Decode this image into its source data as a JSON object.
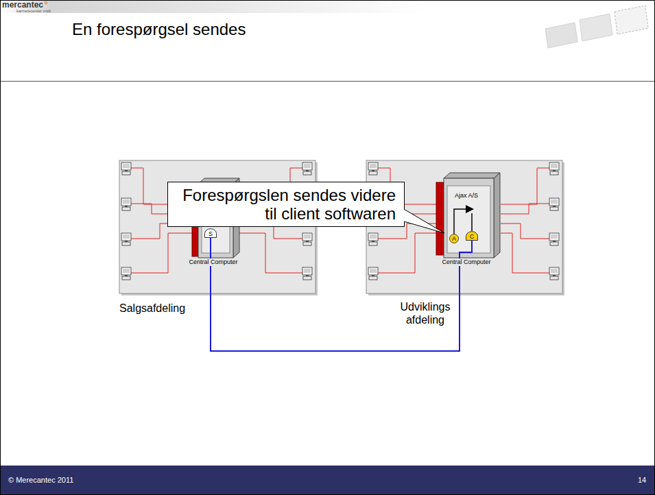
{
  "diagram": {
    "title": "En forespørgsel sendes",
    "nodes": [
      {
        "text": [
          "Salgsafdeling"
        ]
      },
      {
        "text": [
          "Central Computer"
        ],
        "in": 0
      },
      {
        "text": [
          "S"
        ],
        "in": 1
      },
      {
        "text": [
          "Udviklings afdeling"
        ]
      },
      {
        "text": [
          "Ajax A/S",
          "Central Computer"
        ],
        "in": 3
      },
      {
        "text": [
          "A"
        ],
        "in": 4
      },
      {
        "text": [
          "C"
        ],
        "in": 4
      },
      {
        "text": [
          "Forespørgslen sendes videre til client softwaren"
        ]
      }
    ],
    "edges": [
      {
        "from": 2,
        "to": 6,
        "arrow": "none"
      }
    ],
    "labels": [
      "mercantec",
      "karrierecenter midt",
      "© Merecantec 2011",
      "14"
    ]
  }
}
